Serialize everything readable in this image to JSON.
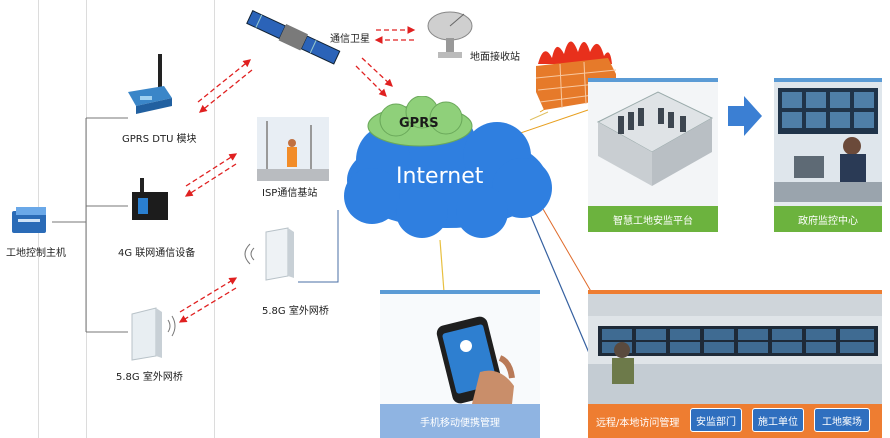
{
  "nodes": {
    "host": "工地控制主机",
    "gprs_dtu": "GPRS DTU 模块",
    "lte_device": "4G 联网通信设备",
    "bridge_left": "5.8G 室外网桥",
    "bridge_mid": "5.8G 室外网桥",
    "isp_station": "ISP通信基站",
    "satellite": "通信卫星",
    "ground_station": "地面接收站",
    "gprs_cloud": "GPRS",
    "internet_cloud": "Internet"
  },
  "panels": {
    "platform": "智慧工地安监平台",
    "gov_center": "政府监控中心",
    "mobile": "手机移动便携管理",
    "remote": "远程/本地访问管理"
  },
  "remote_tags": [
    "安监部门",
    "施工单位",
    "工地案场"
  ],
  "colors": {
    "cloud": "#2f7fe0",
    "gprs_cloud": "#8fd07a",
    "panel_green": "#6cb33e",
    "panel_blue": "#5b9bd5",
    "panel_orange": "#ee7d31",
    "arrow_red": "#e02020",
    "arrow_blue": "#3b7fd3"
  }
}
